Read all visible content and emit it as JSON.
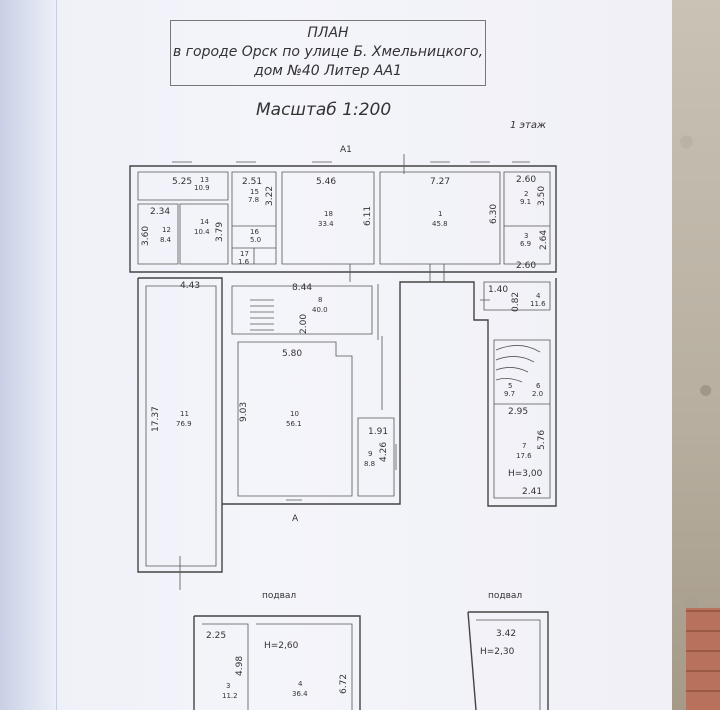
{
  "document": {
    "title_lines": [
      "ПЛАН",
      "в городе Орск по улице Б. Хмельницкого,",
      "дом №40   Литер АА1"
    ],
    "scale": "Масштаб 1:200",
    "floor_label": "1 этаж",
    "letter_a1": "А1",
    "letter_a": "А",
    "basement_label_left": "подвал",
    "basement_label_right": "подвал"
  },
  "rooms": {
    "r1": {
      "num": "1",
      "area": "45.8"
    },
    "r2": {
      "num": "2",
      "area": "9.1"
    },
    "r3": {
      "num": "3",
      "area": "6.9"
    },
    "r4": {
      "num": "4",
      "area": "11.6"
    },
    "r5": {
      "num": "5",
      "area": "9.7"
    },
    "r6": {
      "num": "6",
      "area": "2.0"
    },
    "r7": {
      "num": "7",
      "area": "17.6"
    },
    "r8": {
      "num": "8",
      "area": "40.0"
    },
    "r9": {
      "num": "9",
      "area": "8.8"
    },
    "r10": {
      "num": "10",
      "area": "56.1"
    },
    "r11": {
      "num": "11",
      "area": "76.9"
    },
    "r12": {
      "num": "12",
      "area": "8.4"
    },
    "r13": {
      "num": "13",
      "area": "10.9"
    },
    "r14": {
      "num": "14",
      "area": "10.4"
    },
    "r15": {
      "num": "15",
      "area": "7.8"
    },
    "r16": {
      "num": "16",
      "area": "5.0"
    },
    "r17": {
      "num": "17",
      "area": "1.6"
    },
    "r18": {
      "num": "18",
      "area": "33.4"
    },
    "b3": {
      "num": "3",
      "area": "11.2"
    },
    "b4": {
      "num": "4",
      "area": "36.4"
    }
  },
  "dims": {
    "d525": "5.25",
    "d251": "2.51",
    "d546": "5.46",
    "d727": "7.27",
    "d260a": "2.60",
    "d350": "3.50",
    "d322": "3.22",
    "d611": "6.11",
    "d630": "6.30",
    "d234": "2.34",
    "d360": "3.60",
    "d379": "3.79",
    "d264": "2.64",
    "d260b": "2.60",
    "d443": "4.43",
    "d844": "8.44",
    "d140": "1.40",
    "d082": "0.82",
    "d200": "2.00",
    "d580": "5.80",
    "d1737": "17.37",
    "d903": "9.03",
    "d191": "1.91",
    "d426": "4.26",
    "d295": "2.95",
    "d576": "5.76",
    "h300": "H=3,00",
    "d241": "2.41",
    "d225": "2.25",
    "d498": "4.98",
    "h260": "H=2,60",
    "d672": "6.72",
    "d342": "3.42",
    "h230": "H=2,30"
  }
}
